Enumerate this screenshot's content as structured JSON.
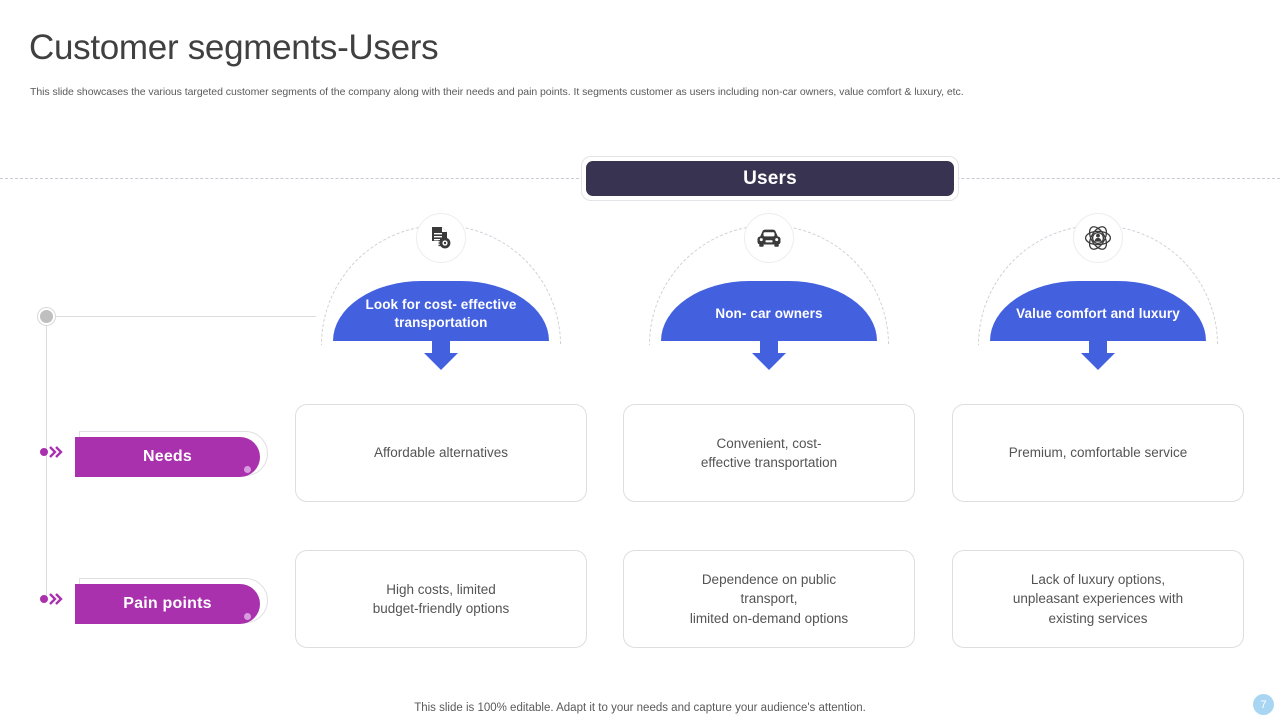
{
  "header": {
    "title": "Customer segments-Users",
    "subtitle": "This slide showcases the various targeted customer segments of the company along with their needs and pain points. It segments customer as users including non-car owners, value comfort & luxury,  etc."
  },
  "hub": {
    "label": "Users"
  },
  "row_labels": [
    {
      "label": "Needs"
    },
    {
      "label": "Pain points"
    }
  ],
  "columns": [
    {
      "icon": "document-money-icon",
      "dome_line1": "Look for cost-",
      "dome_line2": "effective transportation",
      "needs_line1": "Affordable alternatives",
      "needs_line2": "",
      "needs_line3": "",
      "pain_line1": "High costs, limited",
      "pain_line2": "budget-friendly options",
      "pain_line3": ""
    },
    {
      "icon": "car-icon",
      "dome_line1": "Non-",
      "dome_line2": "car owners",
      "needs_line1": "Convenient, cost-",
      "needs_line2": "effective transportation",
      "needs_line3": "",
      "pain_line1": "Dependence on public",
      "pain_line2": "transport,",
      "pain_line3": "limited on-demand options"
    },
    {
      "icon": "atom-person-icon",
      "dome_line1": "Value comfort",
      "dome_line2": "and luxury",
      "needs_line1": "Premium, comfortable service",
      "needs_line2": "",
      "needs_line3": "",
      "pain_line1": "Lack of luxury options,",
      "pain_line2": "unpleasant experiences with",
      "pain_line3": "existing services"
    }
  ],
  "footer": {
    "note": "This slide is 100% editable. Adapt it to your needs and capture your audience's attention.",
    "page_number": "7"
  },
  "colors": {
    "hub_bg": "#383350",
    "dome_blue": "#4360df",
    "pill_magenta": "#a931ad",
    "page_badge": "#a8d5f2"
  }
}
